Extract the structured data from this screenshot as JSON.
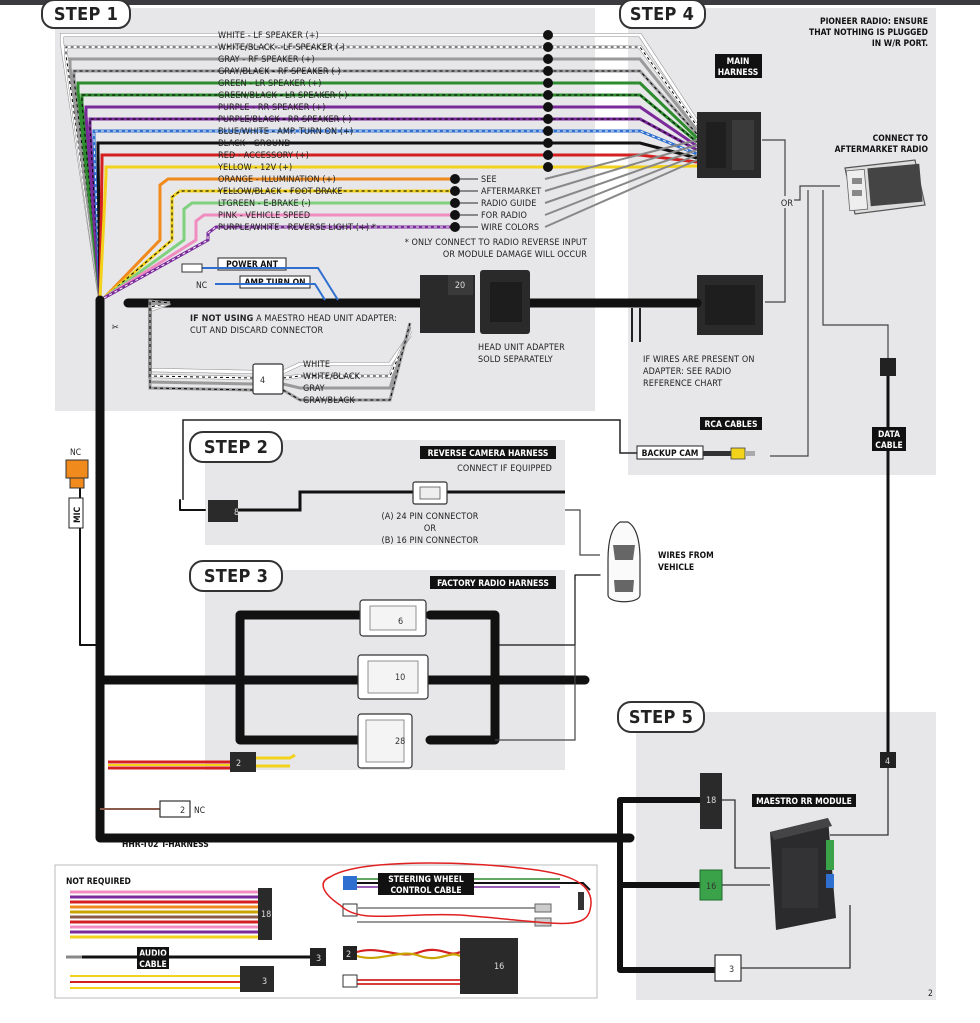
{
  "steps": {
    "step1": "STEP 1",
    "step2": "STEP 2",
    "step3": "STEP 3",
    "step4": "STEP 4",
    "step5": "STEP 5"
  },
  "colors": {
    "panel_bg": "#e7e7e9",
    "black_cable": "#111111",
    "accent_red_annotation": "#e02020",
    "module_dark": "#2b2b2d"
  },
  "step1": {
    "speaker_wires": [
      {
        "label": "WHITE - LF SPEAKER (+)",
        "color": "#ffffff",
        "stripe": ""
      },
      {
        "label": "WHITE/BLACK - LF SPEAKER (-)",
        "color": "#ffffff",
        "stripe": "#000000"
      },
      {
        "label": "GRAY - RF SPEAKER (+)",
        "color": "#9a9a9a",
        "stripe": ""
      },
      {
        "label": "GRAY/BLACK - RF SPEAKER (-)",
        "color": "#9a9a9a",
        "stripe": "#000000"
      },
      {
        "label": "GREEN - LR SPEAKER (+)",
        "color": "#2e8b2e",
        "stripe": ""
      },
      {
        "label": "GREEN/BLACK - LR SPEAKER (-)",
        "color": "#2e8b2e",
        "stripe": "#000000"
      },
      {
        "label": "PURPLE - RR SPEAKER (+)",
        "color": "#7a2a9a",
        "stripe": ""
      },
      {
        "label": "PURPLE/BLACK - RR SPEAKER (-)",
        "color": "#7a2a9a",
        "stripe": "#000000"
      },
      {
        "label": "BLUE/WHITE - AMP. TURN ON (+)",
        "color": "#2f6fd0",
        "stripe": "#ffffff"
      },
      {
        "label": "BLACK - GROUND",
        "color": "#111111",
        "stripe": ""
      },
      {
        "label": "RED - ACCESSORY (+)",
        "color": "#d42020",
        "stripe": ""
      },
      {
        "label": "YELLOW - 12V (+)",
        "color": "#f2d21b",
        "stripe": ""
      }
    ],
    "other_wires": [
      {
        "label": "ORANGE - ILLUMINATION (+)",
        "color": "#f08a1c",
        "stripe": "",
        "note": "SEE"
      },
      {
        "label": "YELLOW/BLACK - FOOT BRAKE",
        "color": "#f2d21b",
        "stripe": "#000000",
        "note": "AFTERMARKET"
      },
      {
        "label": "LTGREEN - E-BRAKE (-)",
        "color": "#7fd07f",
        "stripe": "",
        "note": "RADIO GUIDE"
      },
      {
        "label": "PINK - VEHICLE SPEED",
        "color": "#f08cc0",
        "stripe": "",
        "note": "FOR RADIO"
      },
      {
        "label": "PURPLE/WHITE - REVERSE LIGHT (+) *",
        "color": "#7a2a9a",
        "stripe": "#ffffff",
        "note": "WIRE COLORS"
      }
    ],
    "reverse_note_line1": "* ONLY CONNECT TO RADIO REVERSE INPUT",
    "reverse_note_line2": "OR MODULE DAMAGE WILL OCCUR",
    "power_ant": "POWER ANT",
    "amp_turn_on": "AMP TURN ON",
    "nc": "NC",
    "not_using_bold": "IF NOT USING",
    "not_using_rest": " A MAESTRO HEAD UNIT ADAPTER:",
    "cut_discard": "CUT AND DISCARD CONNECTOR",
    "connector_20": "20",
    "connector_4": "4",
    "rca_wires": [
      "WHITE",
      "WHITE/BLACK",
      "GRAY",
      "GRAY/BLACK"
    ],
    "head_unit_adapter_l1": "HEAD UNIT ADAPTER",
    "head_unit_adapter_l2": "SOLD SEPARATELY"
  },
  "step4": {
    "pioneer_note_l1": "PIONEER RADIO: ENSURE",
    "pioneer_note_l2": "THAT NOTHING IS PLUGGED",
    "pioneer_note_l3": "IN W/R PORT.",
    "main_harness_l1": "MAIN",
    "main_harness_l2": "HARNESS",
    "or": "OR",
    "connect_radio_l1": "CONNECT TO",
    "connect_radio_l2": "AFTERMARKET RADIO",
    "wires_present_l1": "IF WIRES ARE PRESENT ON",
    "wires_present_l2": "ADAPTER: SEE RADIO",
    "wires_present_l3": "REFERENCE CHART",
    "rca_cables": "RCA CABLES",
    "backup_cam": "BACKUP CAM",
    "data_cable_l1": "DATA",
    "data_cable_l2": "CABLE"
  },
  "step2": {
    "title": "REVERSE CAMERA HARNESS",
    "subtitle": "CONNECT IF EQUIPPED",
    "connector_8": "8",
    "pin_a": "(A) 24 PIN CONNECTOR",
    "or": "OR",
    "pin_b": "(B) 16 PIN CONNECTOR"
  },
  "vehicle": {
    "label_l1": "WIRES FROM",
    "label_l2": "VEHICLE"
  },
  "step3": {
    "title": "FACTORY RADIO HARNESS",
    "connectors": [
      "6",
      "10",
      "28"
    ],
    "connector_2": "2",
    "connector_2b": "2",
    "nc": "NC"
  },
  "left": {
    "nc": "NC",
    "mic": "MIC",
    "harness": "HHR-T02 T-HARNESS"
  },
  "step5": {
    "module": "MAESTRO RR MODULE",
    "connector_18": "18",
    "connector_16": "16",
    "connector_4": "4",
    "connector_3": "3"
  },
  "not_required": {
    "title": "NOT REQUIRED",
    "connector_18": "18",
    "audio_l1": "AUDIO",
    "audio_l2": "CABLE",
    "connector_3a": "3",
    "connector_3b": "3",
    "connector_2": "2",
    "connector_16": "16",
    "steering_l1": "STEERING WHEEL",
    "steering_l2": "CONTROL CABLE"
  },
  "page_number": "2"
}
